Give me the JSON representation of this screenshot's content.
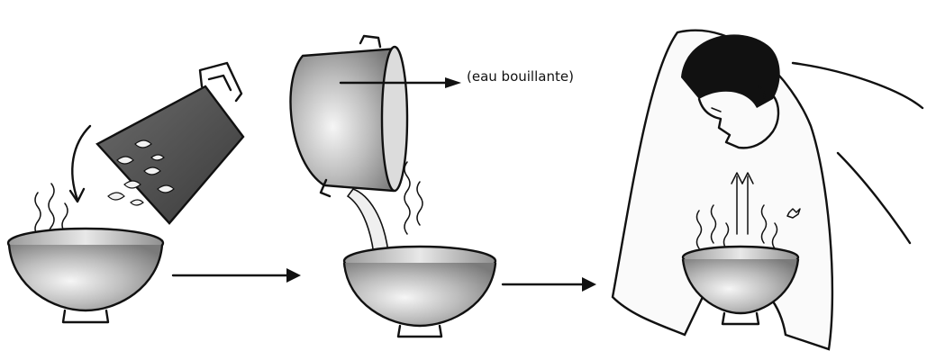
{
  "annotation": {
    "text": "(eau bouillante)"
  },
  "steps": [
    {
      "id": "add-leaves",
      "icon": "leaves-into-bowl"
    },
    {
      "id": "pour-water",
      "icon": "pot-pouring-water"
    },
    {
      "id": "inhale-steam",
      "icon": "person-under-towel"
    }
  ]
}
